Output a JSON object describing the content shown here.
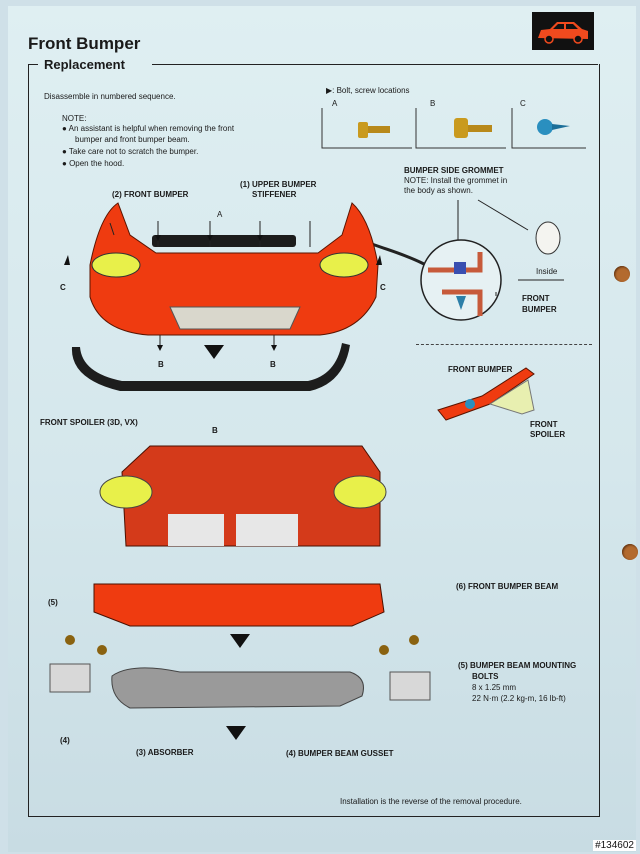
{
  "header": {
    "title": "Front Bumper",
    "subtitle": "Replacement"
  },
  "intro": "Disassemble in numbered sequence.",
  "note": {
    "label": "NOTE:",
    "bullets": [
      "An assistant is helpful when removing the front",
      "bumper and front bumper beam.",
      "Take care not to scratch the bumper.",
      "Open the hood."
    ]
  },
  "legend": {
    "title": "▶: Bolt, screw locations",
    "a": "A",
    "b": "B",
    "c": "C"
  },
  "grommet": {
    "title": "BUMPER SIDE GROMMET",
    "note1": "NOTE: Install the grommet in",
    "note2": "the body as shown.",
    "inside": "Inside",
    "front1": "FRONT",
    "front2": "BUMPER"
  },
  "labels": {
    "front_bumper": "(2) FRONT BUMPER",
    "upper1": "(1) UPPER BUMPER",
    "upper2": "STIFFENER",
    "spoiler": "FRONT SPOILER (3D, VX)",
    "detail_bumper": "FRONT BUMPER",
    "detail_spoiler1": "FRONT",
    "detail_spoiler2": "SPOILER",
    "beam": "(6) FRONT BUMPER BEAM",
    "bolts1": "(5) BUMPER BEAM MOUNTING",
    "bolts2": "BOLTS",
    "bolts3": "8 x 1.25 mm",
    "bolts4": "22 N·m (2.2 kg-m, 16 lb-ft)",
    "absorber": "(3) ABSORBER",
    "gusset": "(4) BUMPER BEAM GUSSET",
    "num5": "(5)",
    "num4": "(4)",
    "letA": "A",
    "letB": "B",
    "letC": "C"
  },
  "footer": "Installation is the reverse of the removal procedure.",
  "stamp": "#134602",
  "colors": {
    "bumper": "#ef3b10",
    "headlight": "#e8f04a",
    "spoiler": "#1d1d1d",
    "absorber": "#9a9a9a"
  }
}
